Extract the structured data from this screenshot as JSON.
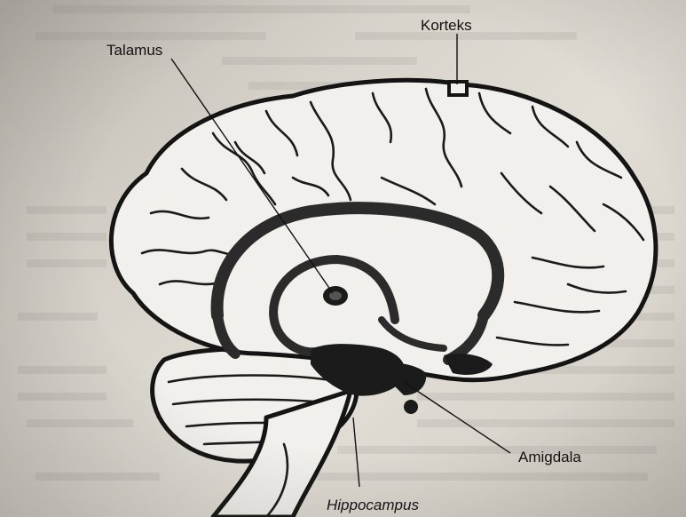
{
  "labels": {
    "talamus": "Talamus",
    "korteks": "Korteks",
    "amigdala": "Amigdala",
    "hippocampus": "Hippocampus"
  },
  "colors": {
    "paper": "#e0dcd4",
    "ink": "#141414",
    "brain_fill": "#f2f0ec"
  }
}
